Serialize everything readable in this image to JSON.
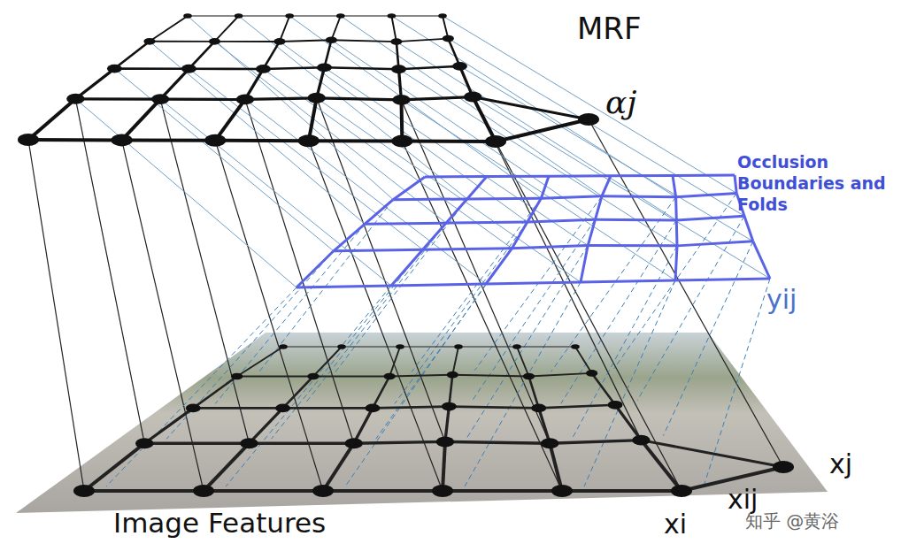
{
  "diagram": {
    "labels": [
      "MRF",
      "αj",
      "Occlusion Boundaries and Folds",
      "yij",
      "Image Features",
      "xj",
      "xij",
      "xi",
      "知乎 @黄浴"
    ]
  }
}
